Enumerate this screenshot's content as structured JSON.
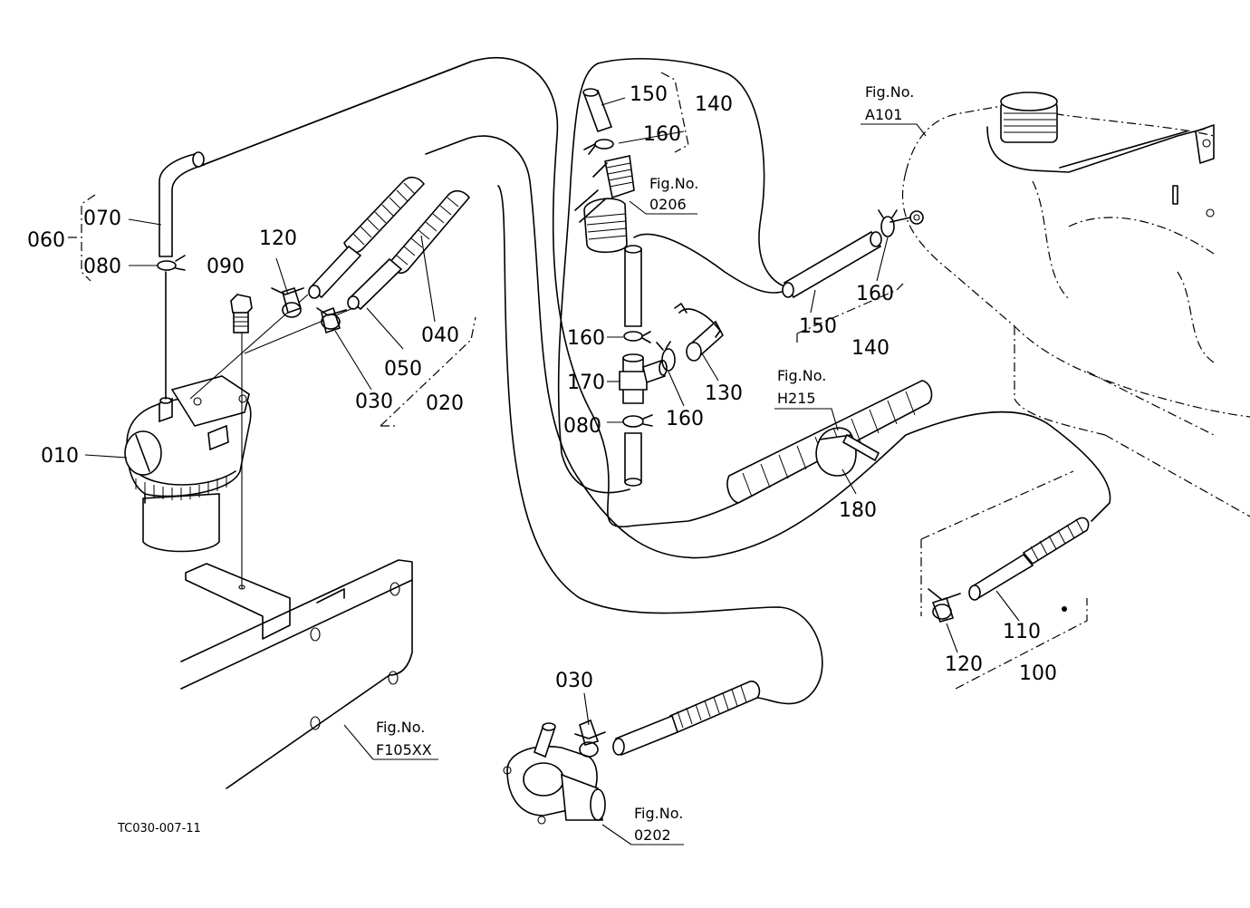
{
  "callouts": {
    "c010": "010",
    "c020": "020",
    "c030a": "030",
    "c030b": "030",
    "c040": "040",
    "c050": "050",
    "c060": "060",
    "c070": "070",
    "c080a": "080",
    "c080b": "080",
    "c090": "090",
    "c100": "100",
    "c110": "110",
    "c120a": "120",
    "c120b": "120",
    "c130": "130",
    "c140a": "140",
    "c140b": "140",
    "c150a": "150",
    "c150b": "150",
    "c160a": "160",
    "c160b": "160",
    "c160c": "160",
    "c160d": "160",
    "c170": "170",
    "c180": "180"
  },
  "fig_refs": {
    "f0206": {
      "label": "Fig.No.",
      "code": "0206"
    },
    "fA101": {
      "label": "Fig.No.",
      "code": "A101"
    },
    "fH215": {
      "label": "Fig.No.",
      "code": "H215"
    },
    "fF105": {
      "label": "Fig.No.",
      "code": "F105XX"
    },
    "f0202": {
      "label": "Fig.No.",
      "code": "0202"
    }
  },
  "drawing_code": "TC030-007-11"
}
